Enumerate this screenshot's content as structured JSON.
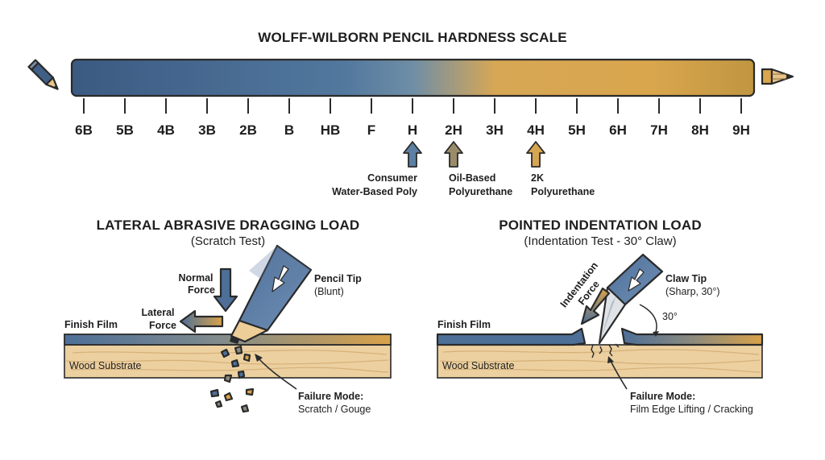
{
  "scale": {
    "title": "WOLFF-WILBORN PENCIL HARDNESS SCALE",
    "grades": [
      "6B",
      "5B",
      "4B",
      "3B",
      "2B",
      "B",
      "HB",
      "F",
      "H",
      "2H",
      "3H",
      "4H",
      "5H",
      "6H",
      "7H",
      "8H",
      "9H"
    ],
    "gradient_colors": [
      "#3f5f86",
      "#5b86a8",
      "#d9a650",
      "#c39a45"
    ],
    "markers": [
      {
        "grade": "H",
        "line1": "Consumer",
        "line2": "Water-Based Poly",
        "color": "#5c7fa3"
      },
      {
        "grade": "2H",
        "line1": "Oil-Based",
        "line2": "Polyurethane",
        "color": "#9a8c6a"
      },
      {
        "grade": "4H",
        "line1": "2K",
        "line2": "Polyurethane",
        "color": "#d6a552"
      }
    ]
  },
  "left_panel": {
    "title": "LATERAL ABRASIVE DRAGGING LOAD",
    "subtitle": "(Scratch Test)",
    "normal_force": [
      "Normal",
      "Force"
    ],
    "lateral_force": [
      "Lateral",
      "Force"
    ],
    "pencil_tip": "Pencil Tip",
    "pencil_tip_note": "(Blunt)",
    "finish_film": "Finish Film",
    "wood_substrate": "Wood Substrate",
    "failure_mode": "Failure Mode:",
    "failure_desc": "Scratch / Gouge"
  },
  "right_panel": {
    "title": "POINTED INDENTATION LOAD",
    "subtitle": "(Indentation Test - 30° Claw)",
    "indentation_force": [
      "Indentation",
      "Force"
    ],
    "claw_tip": "Claw Tip",
    "claw_tip_note": "(Sharp, 30°)",
    "angle": "30°",
    "finish_film": "Finish Film",
    "wood_substrate": "Wood Substrate",
    "failure_mode": "Failure Mode:",
    "failure_desc": "Film Edge Lifting / Cracking"
  },
  "colors": {
    "blue": "#4a6a92",
    "gold": "#d8a24a",
    "wood": "#ebcf9f",
    "wood_grain": "#d8b47a",
    "outline": "#2a2a2a"
  }
}
